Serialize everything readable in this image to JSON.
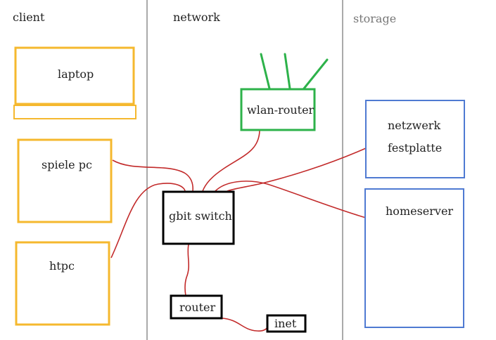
{
  "columns": {
    "client": "client",
    "network": "network",
    "storage": "storage"
  },
  "nodes": {
    "laptop": "laptop",
    "spiele_pc": "spiele pc",
    "htpc": "htpc",
    "wlan_router": "wlan-router",
    "gbit_switch": "gbit switch",
    "router": "router",
    "inet": "inet",
    "netzwerk_line1": "netzwerk",
    "netzwerk_line2": "festplatte",
    "homeserver": "homeserver"
  },
  "colors": {
    "client": "#F5B82E",
    "network": "#000000",
    "wifi": "#2DB24A",
    "storage": "#4F7AD2",
    "cable": "#C22A2A",
    "divider": "#555555",
    "storage_header": "#777777"
  }
}
